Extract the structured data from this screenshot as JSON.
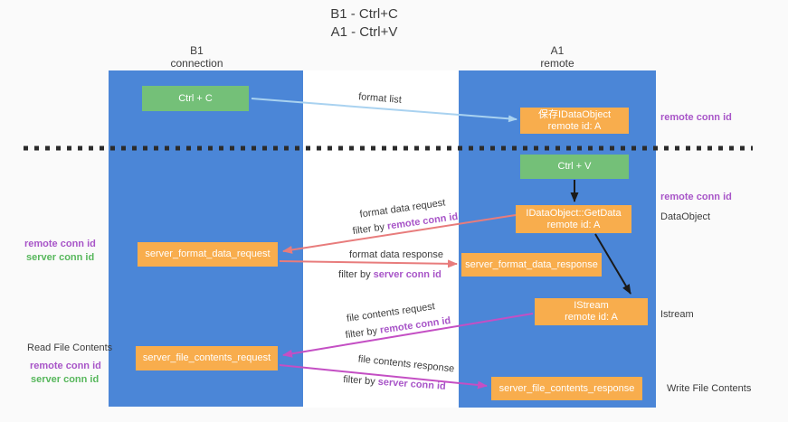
{
  "title": {
    "line1": "B1 - Ctrl+C",
    "line2": "A1 - Ctrl+V"
  },
  "columns": {
    "left": {
      "name": "B1",
      "role": "connection"
    },
    "right": {
      "name": "A1",
      "role": "remote"
    }
  },
  "nodes": {
    "ctrl_c": {
      "label": "Ctrl + C"
    },
    "save_idataobject": {
      "line1": "保存IDataObject",
      "line2": "remote id: A"
    },
    "ctrl_v": {
      "label": "Ctrl + V"
    },
    "getdata": {
      "line1": "IDataObject::GetData",
      "line2": "remote id: A"
    },
    "format_request": {
      "label": "server_format_data_request"
    },
    "format_response": {
      "label": "server_format_data_response"
    },
    "istream": {
      "line1": "IStream",
      "line2": "remote id: A"
    },
    "file_request": {
      "label": "server_file_contents_request"
    },
    "file_response": {
      "label": "server_file_contents_response"
    }
  },
  "edge_labels": {
    "format_list": "format list",
    "format_data_request": "format data request",
    "format_data_response": "format data response",
    "file_contents_request": "file contents request",
    "file_contents_response": "file contents response",
    "filter_by": "filter by ",
    "remote_conn_id": "remote conn id",
    "server_conn_id": "server conn id"
  },
  "side_labels": {
    "remote_conn_id": "remote conn id",
    "server_conn_id": "server conn id",
    "data_object": "DataObject",
    "istream": "Istream",
    "read_file_contents": "Read File Contents",
    "write_file_contents": "Write File Contents"
  },
  "colors": {
    "column_blue": "#4b86d7",
    "node_green": "#74c078",
    "node_orange": "#f8ad4d",
    "label_purple": "#a855c8",
    "label_green": "#57b75c",
    "arrow_salmon": "#e87c7c",
    "arrow_magenta": "#c44fc4",
    "arrow_lightblue": "#a9d2f0",
    "arrow_black": "#1a1a1a"
  }
}
